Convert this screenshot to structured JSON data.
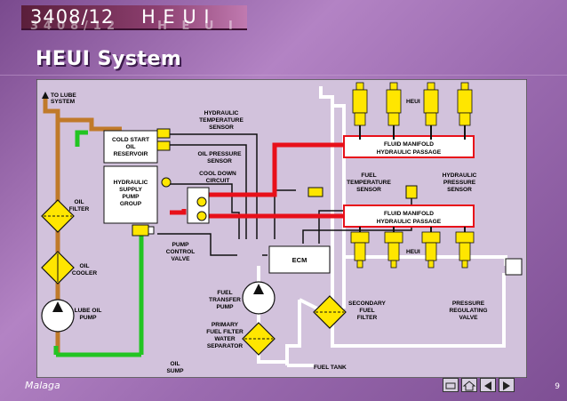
{
  "header": {
    "title": "3408/12    H E U I",
    "title_shadow": "3408/12    H E U I",
    "heading": "HEUI System"
  },
  "footer": {
    "left_label": "Malaga",
    "page_number": "9"
  },
  "diagram": {
    "labels": {
      "to_lube_system_1": "TO LUBE",
      "to_lube_system_2": "SYSTEM",
      "cold_start_1": "COLD START",
      "cold_start_2": "OIL",
      "cold_start_3": "RESERVOIR",
      "hyd_supply_1": "HYDRAULIC",
      "hyd_supply_2": "SUPPLY",
      "hyd_supply_3": "PUMP",
      "hyd_supply_4": "GROUP",
      "hyd_temp_1": "HYDRAULIC",
      "hyd_temp_2": "TEMPERATURE",
      "hyd_temp_3": "SENSOR",
      "oil_press_1": "OIL PRESSURE",
      "oil_press_2": "SENSOR",
      "cool_down_1": "COOL DOWN",
      "cool_down_2": "CIRCUIT",
      "oil_filter_1": "OIL",
      "oil_filter_2": "FILTER",
      "oil_cooler_1": "OIL",
      "oil_cooler_2": "COOLER",
      "lube_pump_1": "LUBE OIL",
      "lube_pump_2": "PUMP",
      "pump_control_1": "PUMP",
      "pump_control_2": "CONTROL",
      "pump_control_3": "VALVE",
      "ecm": "ECM",
      "fuel_transfer_1": "FUEL",
      "fuel_transfer_2": "TRANSFER",
      "fuel_transfer_3": "PUMP",
      "primary_filter_1": "PRIMARY",
      "primary_filter_2": "FUEL FILTER",
      "primary_filter_3": "WATER",
      "primary_filter_4": "SEPARATOR",
      "oil_sump_1": "OIL",
      "oil_sump_2": "SUMP",
      "fuel_tank": "FUEL TANK",
      "secondary_filter_1": "SECONDARY",
      "secondary_filter_2": "FUEL",
      "secondary_filter_3": "FILTER",
      "pressure_reg_1": "PRESSURE",
      "pressure_reg_2": "REGULATING",
      "pressure_reg_3": "VALVE",
      "fluid_manifold_top_1": "FLUID MANIFOLD",
      "fluid_manifold_top_2": "HYDRAULIC PASSAGE",
      "fluid_manifold_bot_1": "FLUID MANIFOLD",
      "fluid_manifold_bot_2": "HYDRAULIC PASSAGE",
      "fuel_temp_1": "FUEL",
      "fuel_temp_2": "TEMPERATURE",
      "fuel_temp_3": "SENSOR",
      "hyd_press_1": "HYDRAULIC",
      "hyd_press_2": "PRESSURE",
      "hyd_press_3": "SENSOR",
      "heui_top": "HEUI",
      "heui_bot": "HEUI"
    }
  },
  "colors": {
    "high_pressure_oil": "#e8101a",
    "lube_oil": "#c07a2a",
    "low_pressure_oil": "#22c422",
    "fuel_line": "#ffffff",
    "component_yellow": "#ffe600",
    "diagram_bg": "#d2c2dc"
  }
}
